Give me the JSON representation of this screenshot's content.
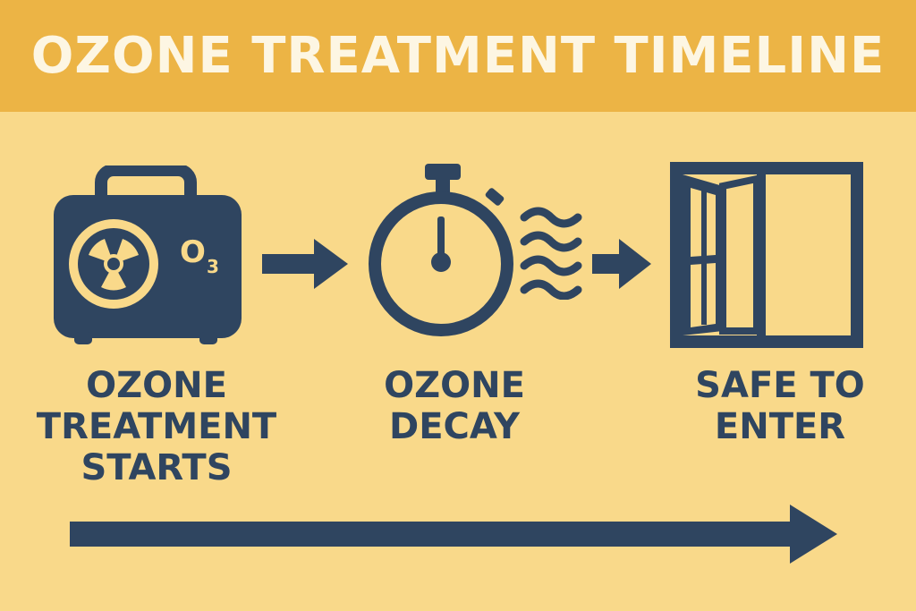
{
  "title": "OZONE TREATMENT TIMELINE",
  "colors": {
    "header": "#ecb445",
    "background": "#f9d98a",
    "ink": "#2f4560",
    "title_text": "#fdf6e3"
  },
  "steps": [
    {
      "icon": "ozone-generator-icon",
      "badge": "O",
      "badge_sub": "3",
      "line1": "OZONE",
      "line2": "TREATMENT",
      "line3": "STARTS"
    },
    {
      "icon": "stopwatch-icon",
      "line1": "OZONE",
      "line2": "DECAY"
    },
    {
      "icon": "open-door-icon",
      "line1": "SAFE TO",
      "line2": "ENTER"
    }
  ],
  "connectors": [
    "arrow-right-icon",
    "arrow-right-icon",
    "timeline-arrow-icon"
  ]
}
